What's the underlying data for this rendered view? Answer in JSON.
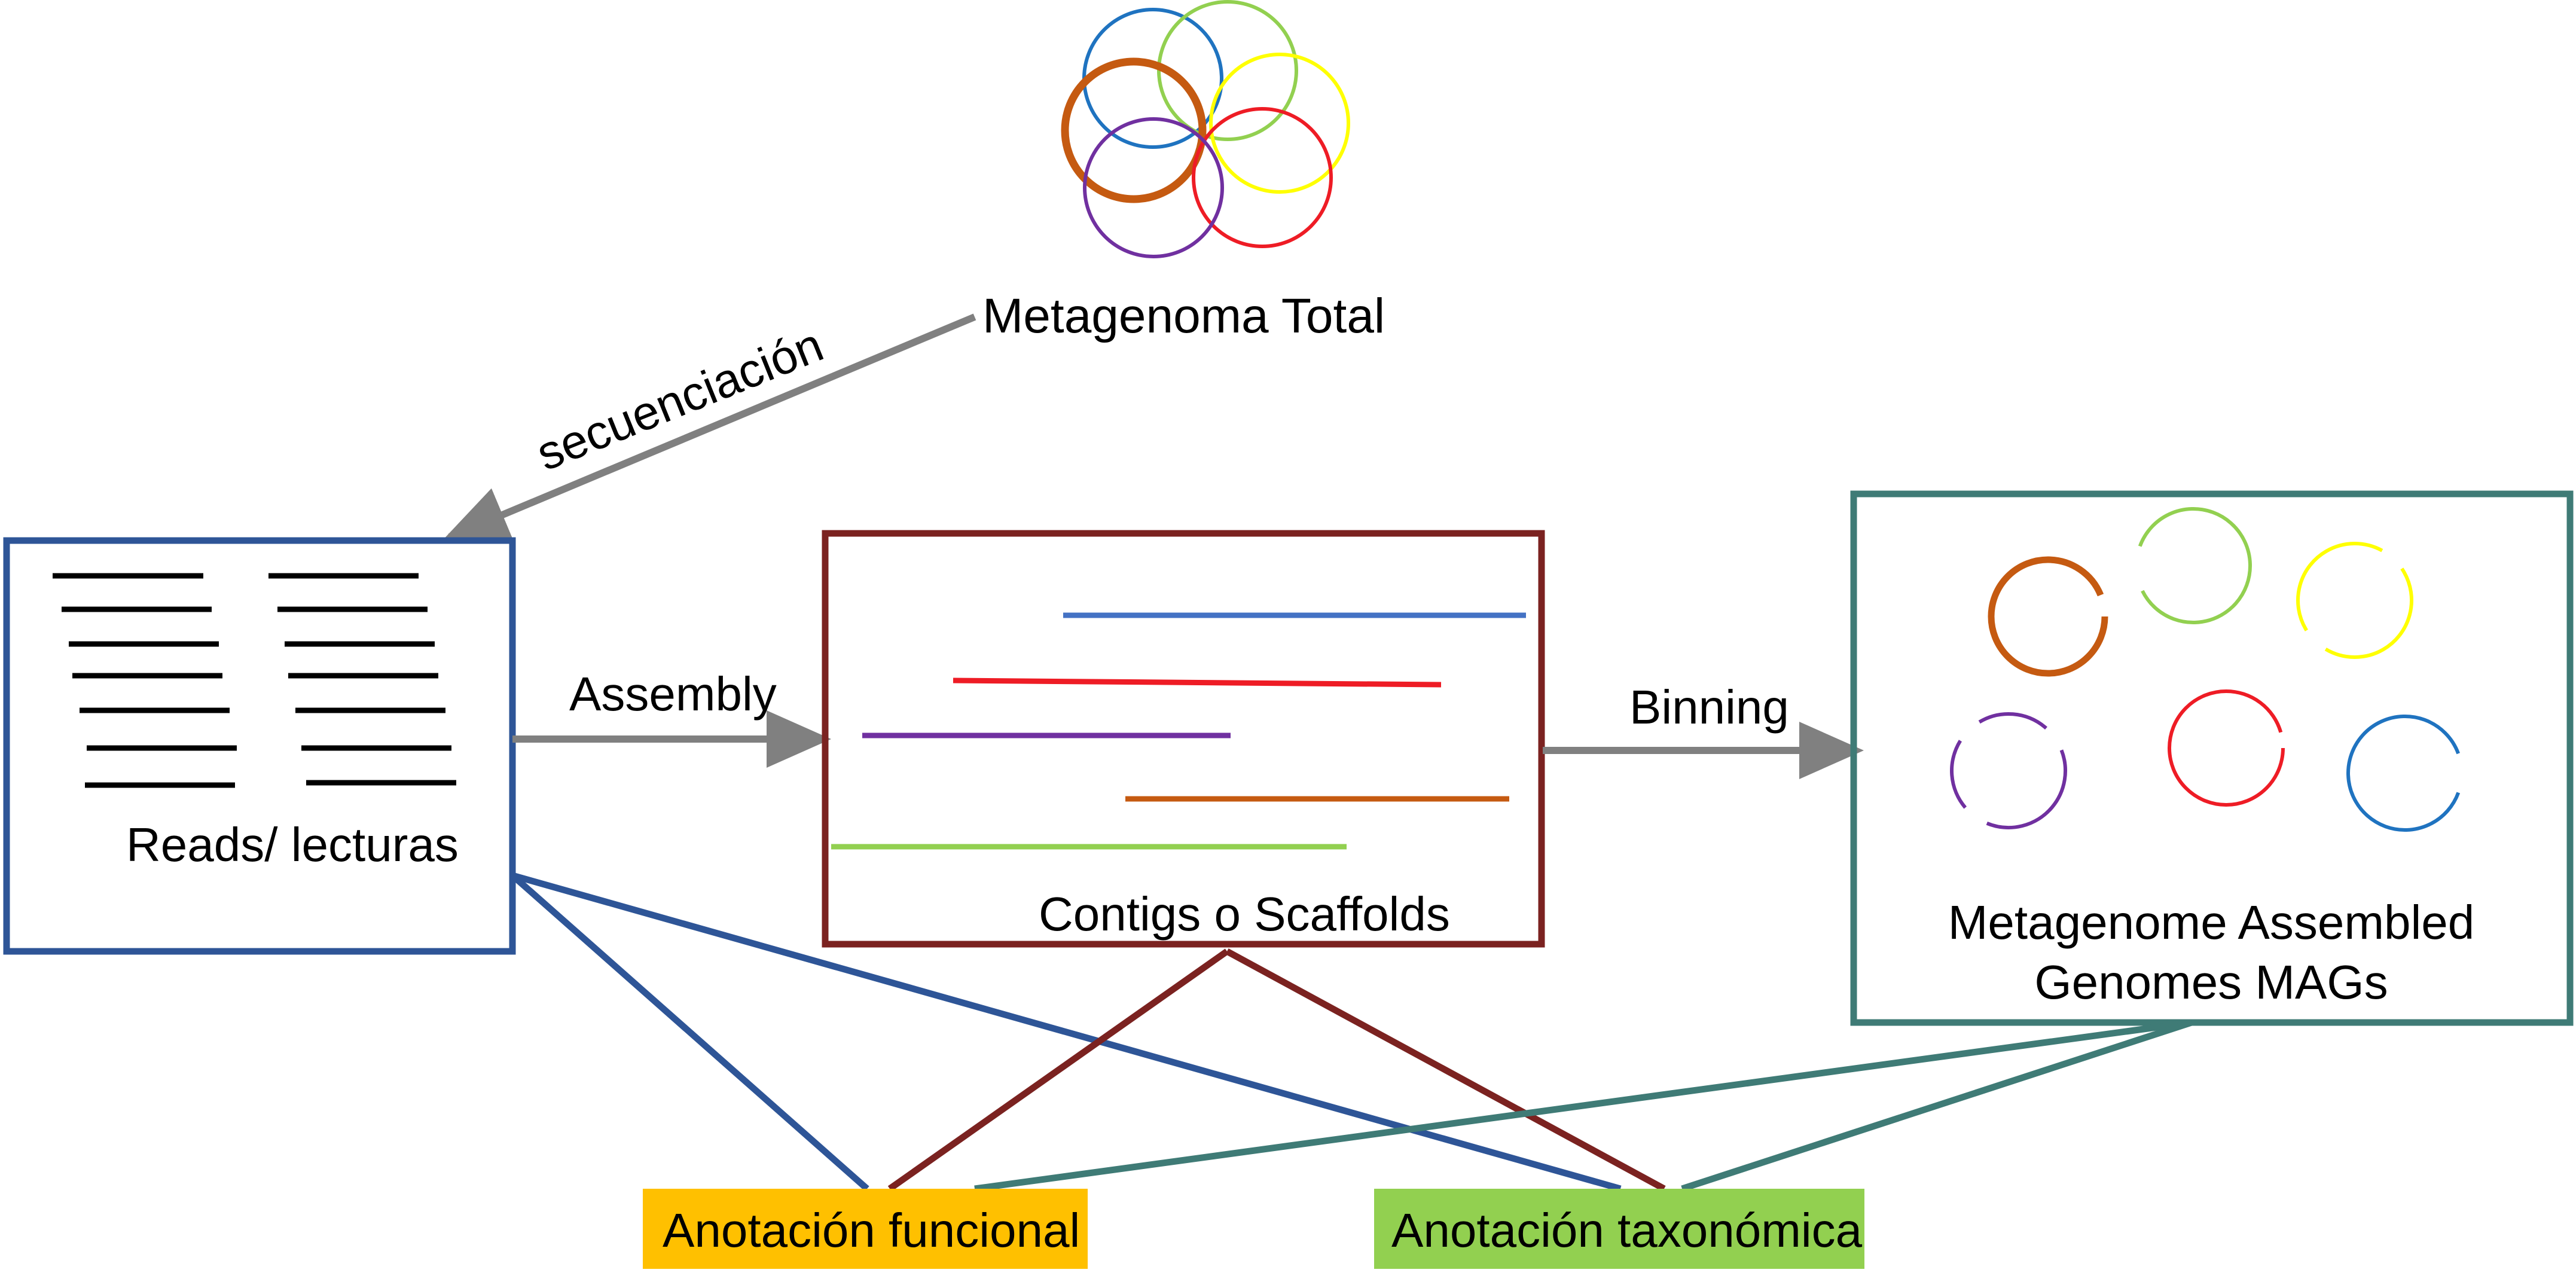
{
  "labels": {
    "metagenome_total": "Metagenoma Total",
    "sequencing": "secuenciación",
    "reads": "Reads/ lecturas",
    "assembly": "Assembly",
    "contigs": "Contigs o Scaffolds",
    "binning": "Binning",
    "mags_line1": "Metagenome Assembled",
    "mags_line2": "Genomes MAGs",
    "functional_annotation": "Anotación funcional",
    "taxonomic_annotation": "Anotación taxonómica"
  },
  "colors": {
    "reads_box": "#2e5597",
    "contigs_box": "#7b2220",
    "mags_box": "#3f7b76",
    "arrow": "#808080",
    "functional_bg": "#ffc000",
    "taxonomic_bg": "#92d050",
    "genome_blue": "#1f73c0",
    "genome_green": "#92d050",
    "genome_orange": "#c55a11",
    "genome_yellow": "#ffff00",
    "genome_red": "#ee1c25",
    "genome_purple": "#7030a0",
    "contig_blue": "#4472c4",
    "read_line": "#000000"
  }
}
